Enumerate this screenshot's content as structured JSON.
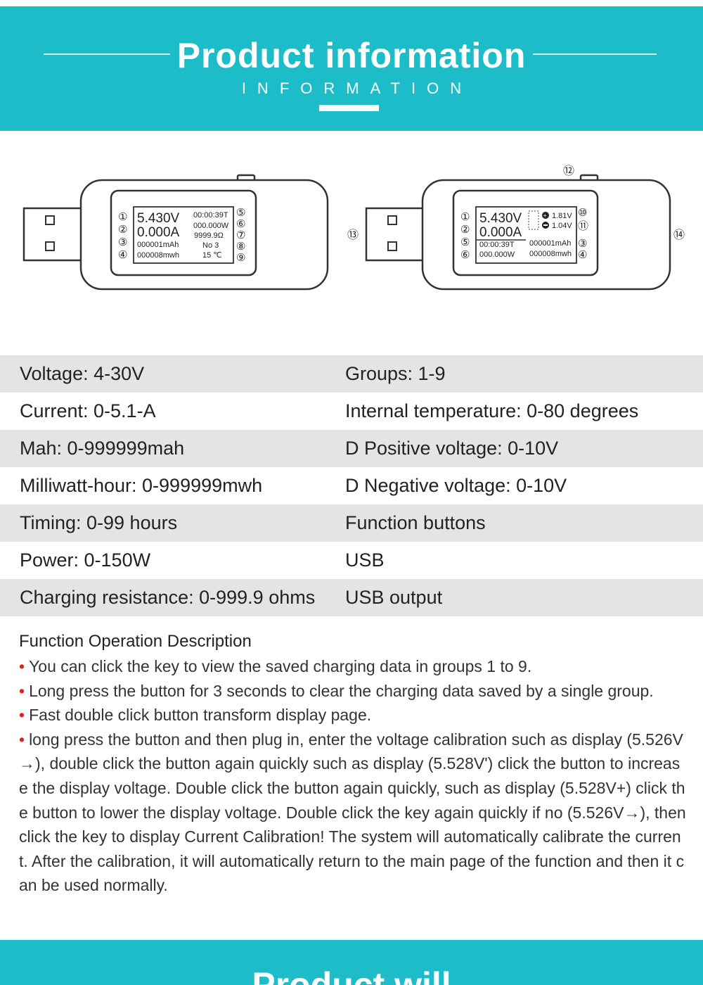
{
  "header": {
    "title": "Product information",
    "subtitle": "INFORMATION"
  },
  "device_left": {
    "screen_left": [
      "5.430V",
      "0.000A",
      "000001mAh",
      "000008mwh"
    ],
    "screen_right": [
      "00:00:39T",
      "000.000W",
      "9999.9Ω",
      "No  3",
      "15  ℃"
    ],
    "left_markers": [
      "①",
      "②",
      "③",
      "④"
    ],
    "right_markers": [
      "⑤",
      "⑥",
      "⑦",
      "⑧",
      "⑨"
    ]
  },
  "device_right": {
    "screen_main": [
      "5.430V",
      "0.000A"
    ],
    "screen_bottom_left": [
      "00:00:39T",
      "000.000W"
    ],
    "screen_side": [
      "1.81V",
      "1.04V"
    ],
    "screen_bottom_right": [
      "000001mAh",
      "000008mwh"
    ],
    "left_markers": [
      "①",
      "②",
      "⑤",
      "⑥"
    ],
    "right_markers": [
      "⑩",
      "⑪",
      "③",
      "④"
    ],
    "button_marker": "⑫",
    "usb_marker": "⑬",
    "body_marker": "⑭",
    "positive_icon": "plus-circle-icon",
    "negative_icon": "minus-circle-icon"
  },
  "specs": [
    {
      "left": "Voltage: 4-30V",
      "right": "Groups: 1-9"
    },
    {
      "left": "Current: 0-5.1-A",
      "right": "Internal temperature: 0-80 degrees"
    },
    {
      "left": "Mah: 0-999999mah",
      "right": "D Positive voltage: 0-10V"
    },
    {
      "left": "Milliwatt-hour: 0-999999mwh",
      "right": "D Negative voltage: 0-10V"
    },
    {
      "left": "Timing: 0-99 hours",
      "right": "Function buttons"
    },
    {
      "left": "Power: 0-150W",
      "right": "USB"
    },
    {
      "left": "Charging resistance: 0-999.9 ohms",
      "right": "USB output"
    }
  ],
  "description": {
    "heading": "Function Operation Description",
    "bullet": "•",
    "items": [
      "You can click the key to view the saved charging data in groups 1 to 9.",
      "Long press the button for 3 seconds to clear the charging data saved by a single group.",
      "Fast double click button transform display page.",
      "long press the button and then plug in, enter the voltage calibration such as display (5.526V→), double click the button again quickly such as display (5.528V') click the button to increase the display voltage. Double click the button again quickly, such as display (5.528V+) click the button to lower the display voltage. Double click the key again quickly if no (5.526V→), then click the key to display Current Calibration! The system will automatically calibrate the current. After the calibration, it will automatically return to the main page of the function and then it can be used normally."
    ]
  },
  "footer": {
    "title": "Product will"
  },
  "colors": {
    "accent": "#1cbdc8",
    "bullet": "#e02020",
    "row_shade": "#e4e4e4"
  }
}
